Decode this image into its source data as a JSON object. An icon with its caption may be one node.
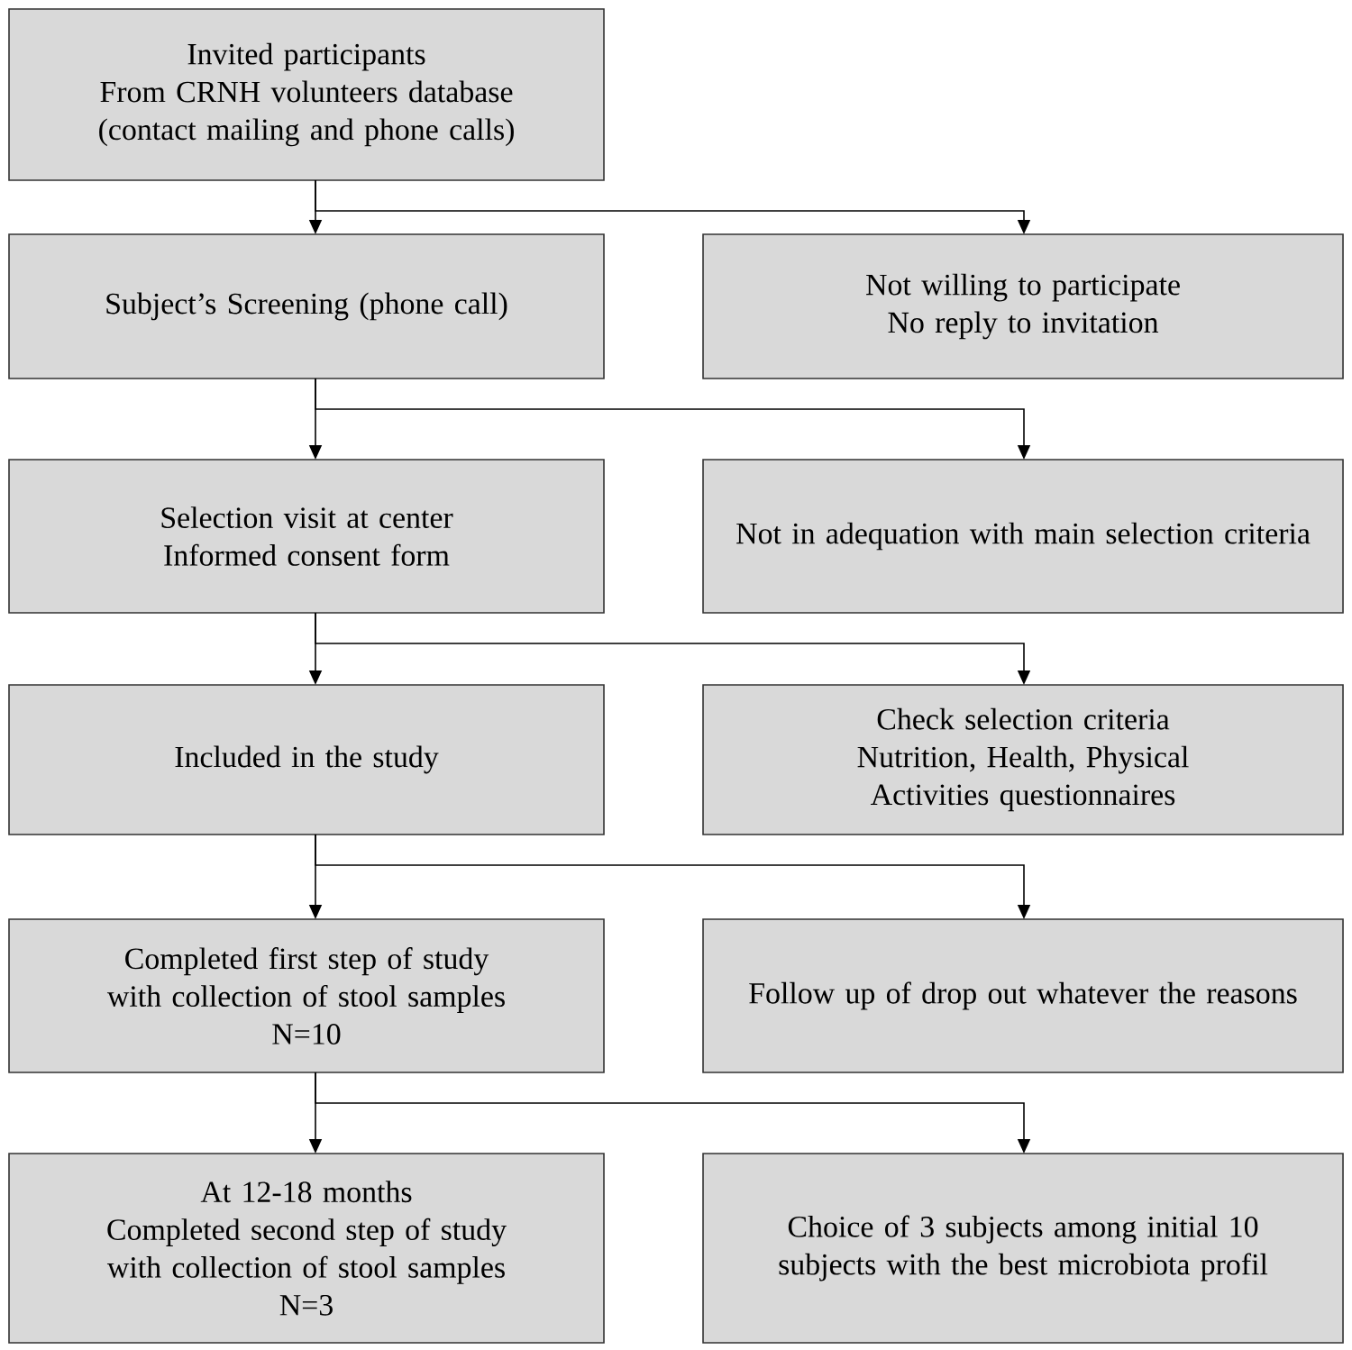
{
  "diagram": {
    "nodes": [
      {
        "text": [
          "Invited participants",
          "From CRNH volunteers database",
          "(contact mailing and phone calls)"
        ]
      },
      {
        "text": [
          "Subject’s Screening (phone call)"
        ]
      },
      {
        "text": [
          "Not willing to participate",
          "No reply to invitation"
        ]
      },
      {
        "text": [
          "Selection visit at center",
          "Informed consent form"
        ]
      },
      {
        "text": [
          "Not in adequation with main selection criteria"
        ]
      },
      {
        "text": [
          "Included in the study"
        ]
      },
      {
        "text": [
          "Check selection criteria",
          "Nutrition, Health, Physical Activities questionnaires"
        ]
      },
      {
        "text": [
          "Completed first step of study with collection of stool samples",
          "N=10"
        ]
      },
      {
        "text": [
          "Follow up of drop out whatever the reasons"
        ]
      },
      {
        "text": [
          "At 12-18 months",
          "Completed second step of study with collection of stool samples",
          "N=3"
        ]
      },
      {
        "text": [
          "Choice of 3 subjects among initial 10 subjects with the best microbiota profil"
        ]
      }
    ],
    "edges": [
      {
        "from": 0,
        "to": 1,
        "arrow": "to"
      },
      {
        "from": 0,
        "to": 2,
        "arrow": "to"
      },
      {
        "from": 1,
        "to": 3,
        "arrow": "to"
      },
      {
        "from": 1,
        "to": 4,
        "arrow": "to"
      },
      {
        "from": 3,
        "to": 5,
        "arrow": "to"
      },
      {
        "from": 3,
        "to": 6,
        "arrow": "to"
      },
      {
        "from": 5,
        "to": 7,
        "arrow": "to"
      },
      {
        "from": 5,
        "to": 8,
        "arrow": "to"
      },
      {
        "from": 7,
        "to": 9,
        "arrow": "to"
      },
      {
        "from": 7,
        "to": 10,
        "arrow": "to"
      }
    ]
  }
}
